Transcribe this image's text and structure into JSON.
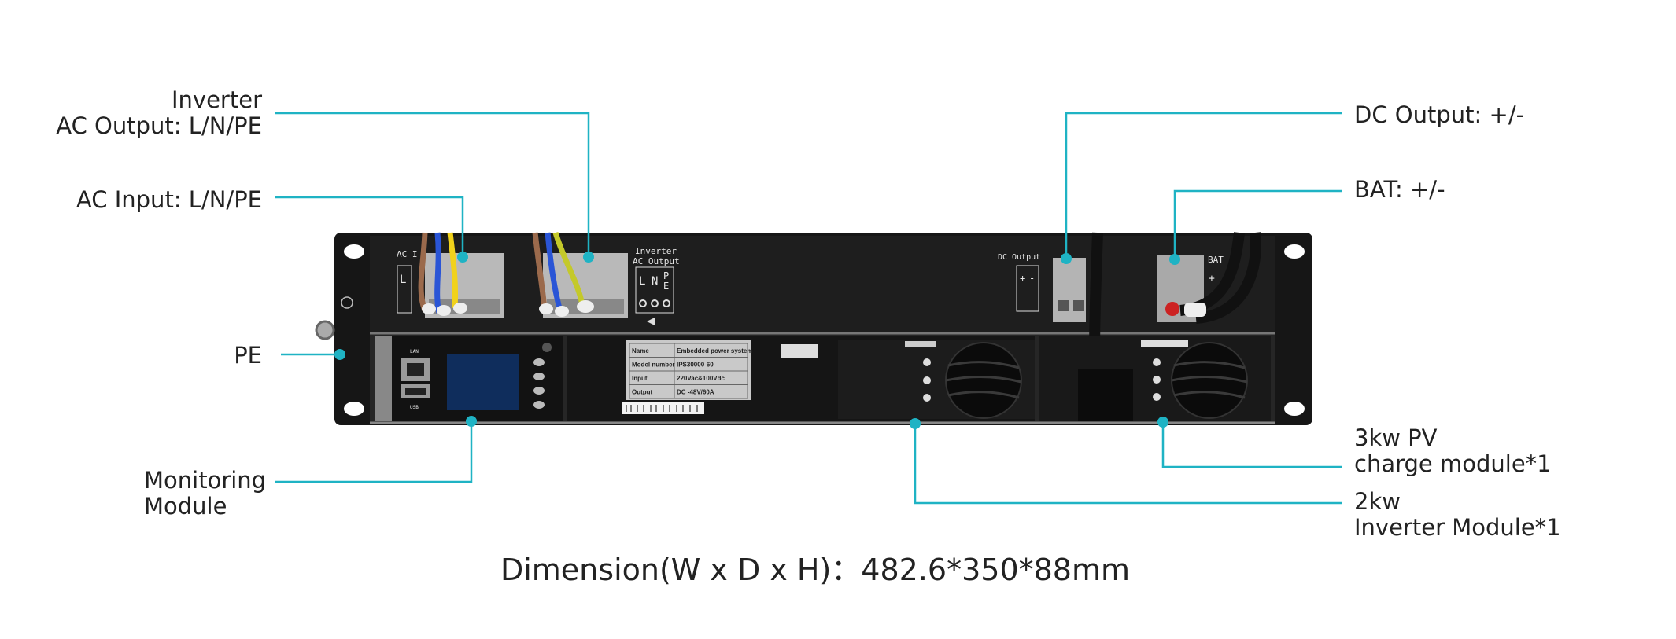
{
  "callouts": {
    "inverter_ac_output": [
      "Inverter",
      "AC Output: L/N/PE"
    ],
    "ac_input": "AC Input: L/N/PE",
    "pe": "PE",
    "monitoring_module": [
      "Monitoring",
      "Module"
    ],
    "dc_output": "DC Output: +/-",
    "bat": "BAT: +/-",
    "pv_module": [
      "3kw PV",
      "charge module*1"
    ],
    "inverter_module": [
      "2kw",
      "Inverter Module*1"
    ]
  },
  "dimension": "Dimension(W x D x H)：482.6*350*88mm",
  "device": {
    "ac_input_silk": "AC I",
    "inverter_silk": [
      "Inverter",
      "AC Output"
    ],
    "terminal_letters": [
      "L",
      "N",
      "P",
      "E"
    ],
    "dc_output_silk": "DC Output",
    "bat_silk": "BAT",
    "polarity": [
      "+",
      "-"
    ],
    "lan": "LAN",
    "usb": "USB",
    "nameplate": [
      [
        "Name",
        "Embedded power system"
      ],
      [
        "Model number",
        "IPS30000-60"
      ],
      [
        "Input",
        "220Vac&100Vdc"
      ],
      [
        "Output",
        "DC -48V/60A"
      ]
    ]
  },
  "colors": {
    "callout": "#1fb3c4",
    "chassis": "#161616",
    "panel": "#2a2a2a"
  }
}
